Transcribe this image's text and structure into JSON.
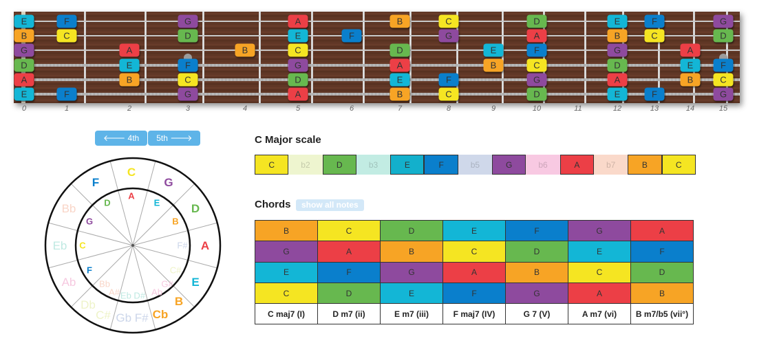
{
  "colors": {
    "C": "#f5e522",
    "D": "#67b84f",
    "E": "#13b6d6",
    "F": "#0a7fcc",
    "G": "#8e4a9e",
    "A": "#ec3f46",
    "B": "#f7a425"
  },
  "fretboard": {
    "fret_numbers": [
      "0",
      "1",
      "2",
      "3",
      "4",
      "5",
      "6",
      "7",
      "8",
      "9",
      "10",
      "11",
      "12",
      "13",
      "14",
      "15"
    ],
    "strings": [
      {
        "name": "E",
        "notes": [
          [
            0,
            "E"
          ],
          [
            1,
            "F"
          ],
          [
            3,
            "G"
          ],
          [
            5,
            "A"
          ],
          [
            7,
            "B"
          ],
          [
            8,
            "C"
          ],
          [
            10,
            "D"
          ],
          [
            12,
            "E"
          ],
          [
            13,
            "F"
          ],
          [
            15,
            "G"
          ]
        ]
      },
      {
        "name": "B",
        "notes": [
          [
            0,
            "B"
          ],
          [
            1,
            "C"
          ],
          [
            3,
            "D"
          ],
          [
            5,
            "E"
          ],
          [
            6,
            "F"
          ],
          [
            8,
            "G"
          ],
          [
            10,
            "A"
          ],
          [
            12,
            "B"
          ],
          [
            13,
            "C"
          ],
          [
            15,
            "D"
          ]
        ]
      },
      {
        "name": "G",
        "notes": [
          [
            0,
            "G"
          ],
          [
            2,
            "A"
          ],
          [
            4,
            "B"
          ],
          [
            5,
            "C"
          ],
          [
            7,
            "D"
          ],
          [
            9,
            "E"
          ],
          [
            10,
            "F"
          ],
          [
            12,
            "G"
          ],
          [
            14,
            "A"
          ]
        ]
      },
      {
        "name": "D",
        "notes": [
          [
            0,
            "D"
          ],
          [
            2,
            "E"
          ],
          [
            3,
            "F"
          ],
          [
            5,
            "G"
          ],
          [
            7,
            "A"
          ],
          [
            9,
            "B"
          ],
          [
            10,
            "C"
          ],
          [
            12,
            "D"
          ],
          [
            14,
            "E"
          ],
          [
            15,
            "F"
          ]
        ]
      },
      {
        "name": "A",
        "notes": [
          [
            0,
            "A"
          ],
          [
            2,
            "B"
          ],
          [
            3,
            "C"
          ],
          [
            5,
            "D"
          ],
          [
            7,
            "E"
          ],
          [
            8,
            "F"
          ],
          [
            10,
            "G"
          ],
          [
            12,
            "A"
          ],
          [
            14,
            "B"
          ],
          [
            15,
            "C"
          ]
        ]
      },
      {
        "name": "E",
        "notes": [
          [
            0,
            "E"
          ],
          [
            1,
            "F"
          ],
          [
            3,
            "G"
          ],
          [
            5,
            "A"
          ],
          [
            7,
            "B"
          ],
          [
            8,
            "C"
          ],
          [
            10,
            "D"
          ],
          [
            12,
            "E"
          ],
          [
            13,
            "F"
          ],
          [
            15,
            "G"
          ]
        ]
      }
    ]
  },
  "circle": {
    "buttons": {
      "fourth": "🡐 4th",
      "fifth": "5th 🡒"
    },
    "outer": [
      [
        "C",
        "#f5e522",
        1
      ],
      [
        "G",
        "#8e4a9e",
        1
      ],
      [
        "D",
        "#67b84f",
        1
      ],
      [
        "A",
        "#ec3f46",
        1
      ],
      [
        "E",
        "#13b6d6",
        1
      ],
      [
        "B",
        "#f7a425",
        1
      ],
      [
        "Cb",
        "#f7a425",
        1
      ],
      [
        "Gb F#",
        "#ccd6ea",
        0
      ],
      [
        "Db",
        "#eef3c8",
        0
      ],
      [
        "C#",
        "#eef3c8",
        0
      ],
      [
        "Ab",
        "#f6c9e0",
        0
      ],
      [
        "Eb",
        "#bfe9e2",
        0
      ],
      [
        "Bb",
        "#f9d6c8",
        0
      ],
      [
        "F",
        "#0a7fcc",
        1
      ]
    ],
    "inner": [
      [
        "A",
        "#ec3f46",
        1
      ],
      [
        "E",
        "#13b6d6",
        1
      ],
      [
        "B",
        "#f7a425",
        1
      ],
      [
        "F#",
        "#ccd6ea",
        0
      ],
      [
        "C#",
        "#eef3c8",
        0
      ],
      [
        "G#",
        "#f6c9e0",
        0
      ],
      [
        "Ab",
        "#f6c9e0",
        0
      ],
      [
        "Eb D#",
        "#bfe9e2",
        0
      ],
      [
        "A#",
        "#f9d6c8",
        0
      ],
      [
        "Bb",
        "#f9d6c8",
        0
      ],
      [
        "F",
        "#0a7fcc",
        1
      ],
      [
        "C",
        "#f5e522",
        1
      ],
      [
        "G",
        "#8e4a9e",
        1
      ],
      [
        "D",
        "#67b84f",
        1
      ]
    ]
  },
  "scale": {
    "title": "C Major scale",
    "cells": [
      [
        "C",
        "#f5e522",
        1
      ],
      [
        "b2",
        "#eef5cf",
        0
      ],
      [
        "D",
        "#67b84f",
        1
      ],
      [
        "b3",
        "#c2ece3",
        0
      ],
      [
        "E",
        "#13b0cc",
        1
      ],
      [
        "F",
        "#0a7fcc",
        1
      ],
      [
        "b5",
        "#cfd8ea",
        0
      ],
      [
        "G",
        "#8e4a9e",
        1
      ],
      [
        "b6",
        "#f8c9e2",
        0
      ],
      [
        "A",
        "#ec3f46",
        1
      ],
      [
        "b7",
        "#fad9ca",
        0
      ],
      [
        "B",
        "#f7a425",
        1
      ],
      [
        "C",
        "#f5e522",
        1
      ]
    ]
  },
  "chords": {
    "title": "Chords",
    "show_all": "show all notes",
    "rows": [
      [
        "B",
        "C",
        "D",
        "E",
        "F",
        "G",
        "A"
      ],
      [
        "G",
        "A",
        "B",
        "C",
        "D",
        "E",
        "F"
      ],
      [
        "E",
        "F",
        "G",
        "A",
        "B",
        "C",
        "D"
      ],
      [
        "C",
        "D",
        "E",
        "F",
        "G",
        "A",
        "B"
      ]
    ],
    "labels": [
      "C maj7 (I)",
      "D m7 (ii)",
      "E m7 (iii)",
      "F maj7 (IV)",
      "G 7 (V)",
      "A m7 (vi)",
      "B m7/b5 (vii°)"
    ]
  }
}
